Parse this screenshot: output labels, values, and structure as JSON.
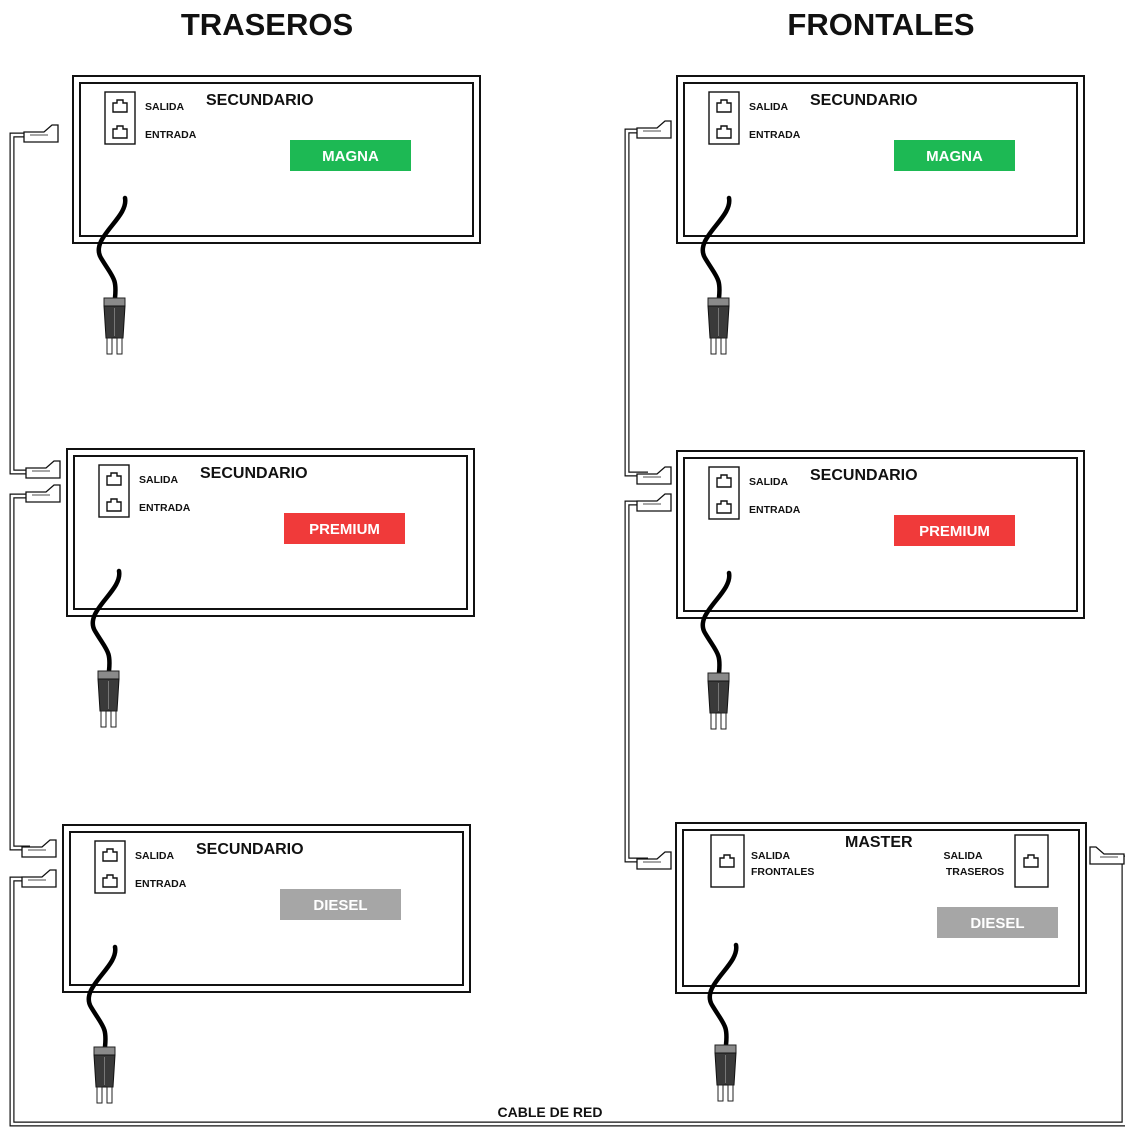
{
  "headers": {
    "left": "TRASEROS",
    "right": "FRONTALES"
  },
  "labels": {
    "salida": "SALIDA",
    "entrada": "ENTRADA",
    "secundario": "SECUNDARIO",
    "master": "MASTER",
    "salida_frontales_1": "SALIDA",
    "salida_frontales_2": "FRONTALES",
    "salida_traseros_1": "SALIDA",
    "salida_traseros_2": "TRASEROS",
    "cable_de_red": "CABLE DE RED"
  },
  "badges": {
    "magna": "MAGNA",
    "premium": "PREMIUM",
    "diesel": "DIESEL"
  },
  "colors": {
    "magna": "#1db954",
    "premium": "#f03a3a",
    "diesel": "#a6a6a6",
    "outline": "#111111",
    "plug": "#3a3a3a"
  },
  "devices": [
    {
      "id": "tras-magna",
      "column": "left",
      "role": "secondary",
      "badge": "magna"
    },
    {
      "id": "tras-premium",
      "column": "left",
      "role": "secondary",
      "badge": "premium"
    },
    {
      "id": "tras-diesel",
      "column": "left",
      "role": "secondary",
      "badge": "diesel"
    },
    {
      "id": "fron-magna",
      "column": "right",
      "role": "secondary",
      "badge": "magna"
    },
    {
      "id": "fron-premium",
      "column": "right",
      "role": "secondary",
      "badge": "premium"
    },
    {
      "id": "fron-diesel",
      "column": "right",
      "role": "master",
      "badge": "diesel"
    }
  ]
}
